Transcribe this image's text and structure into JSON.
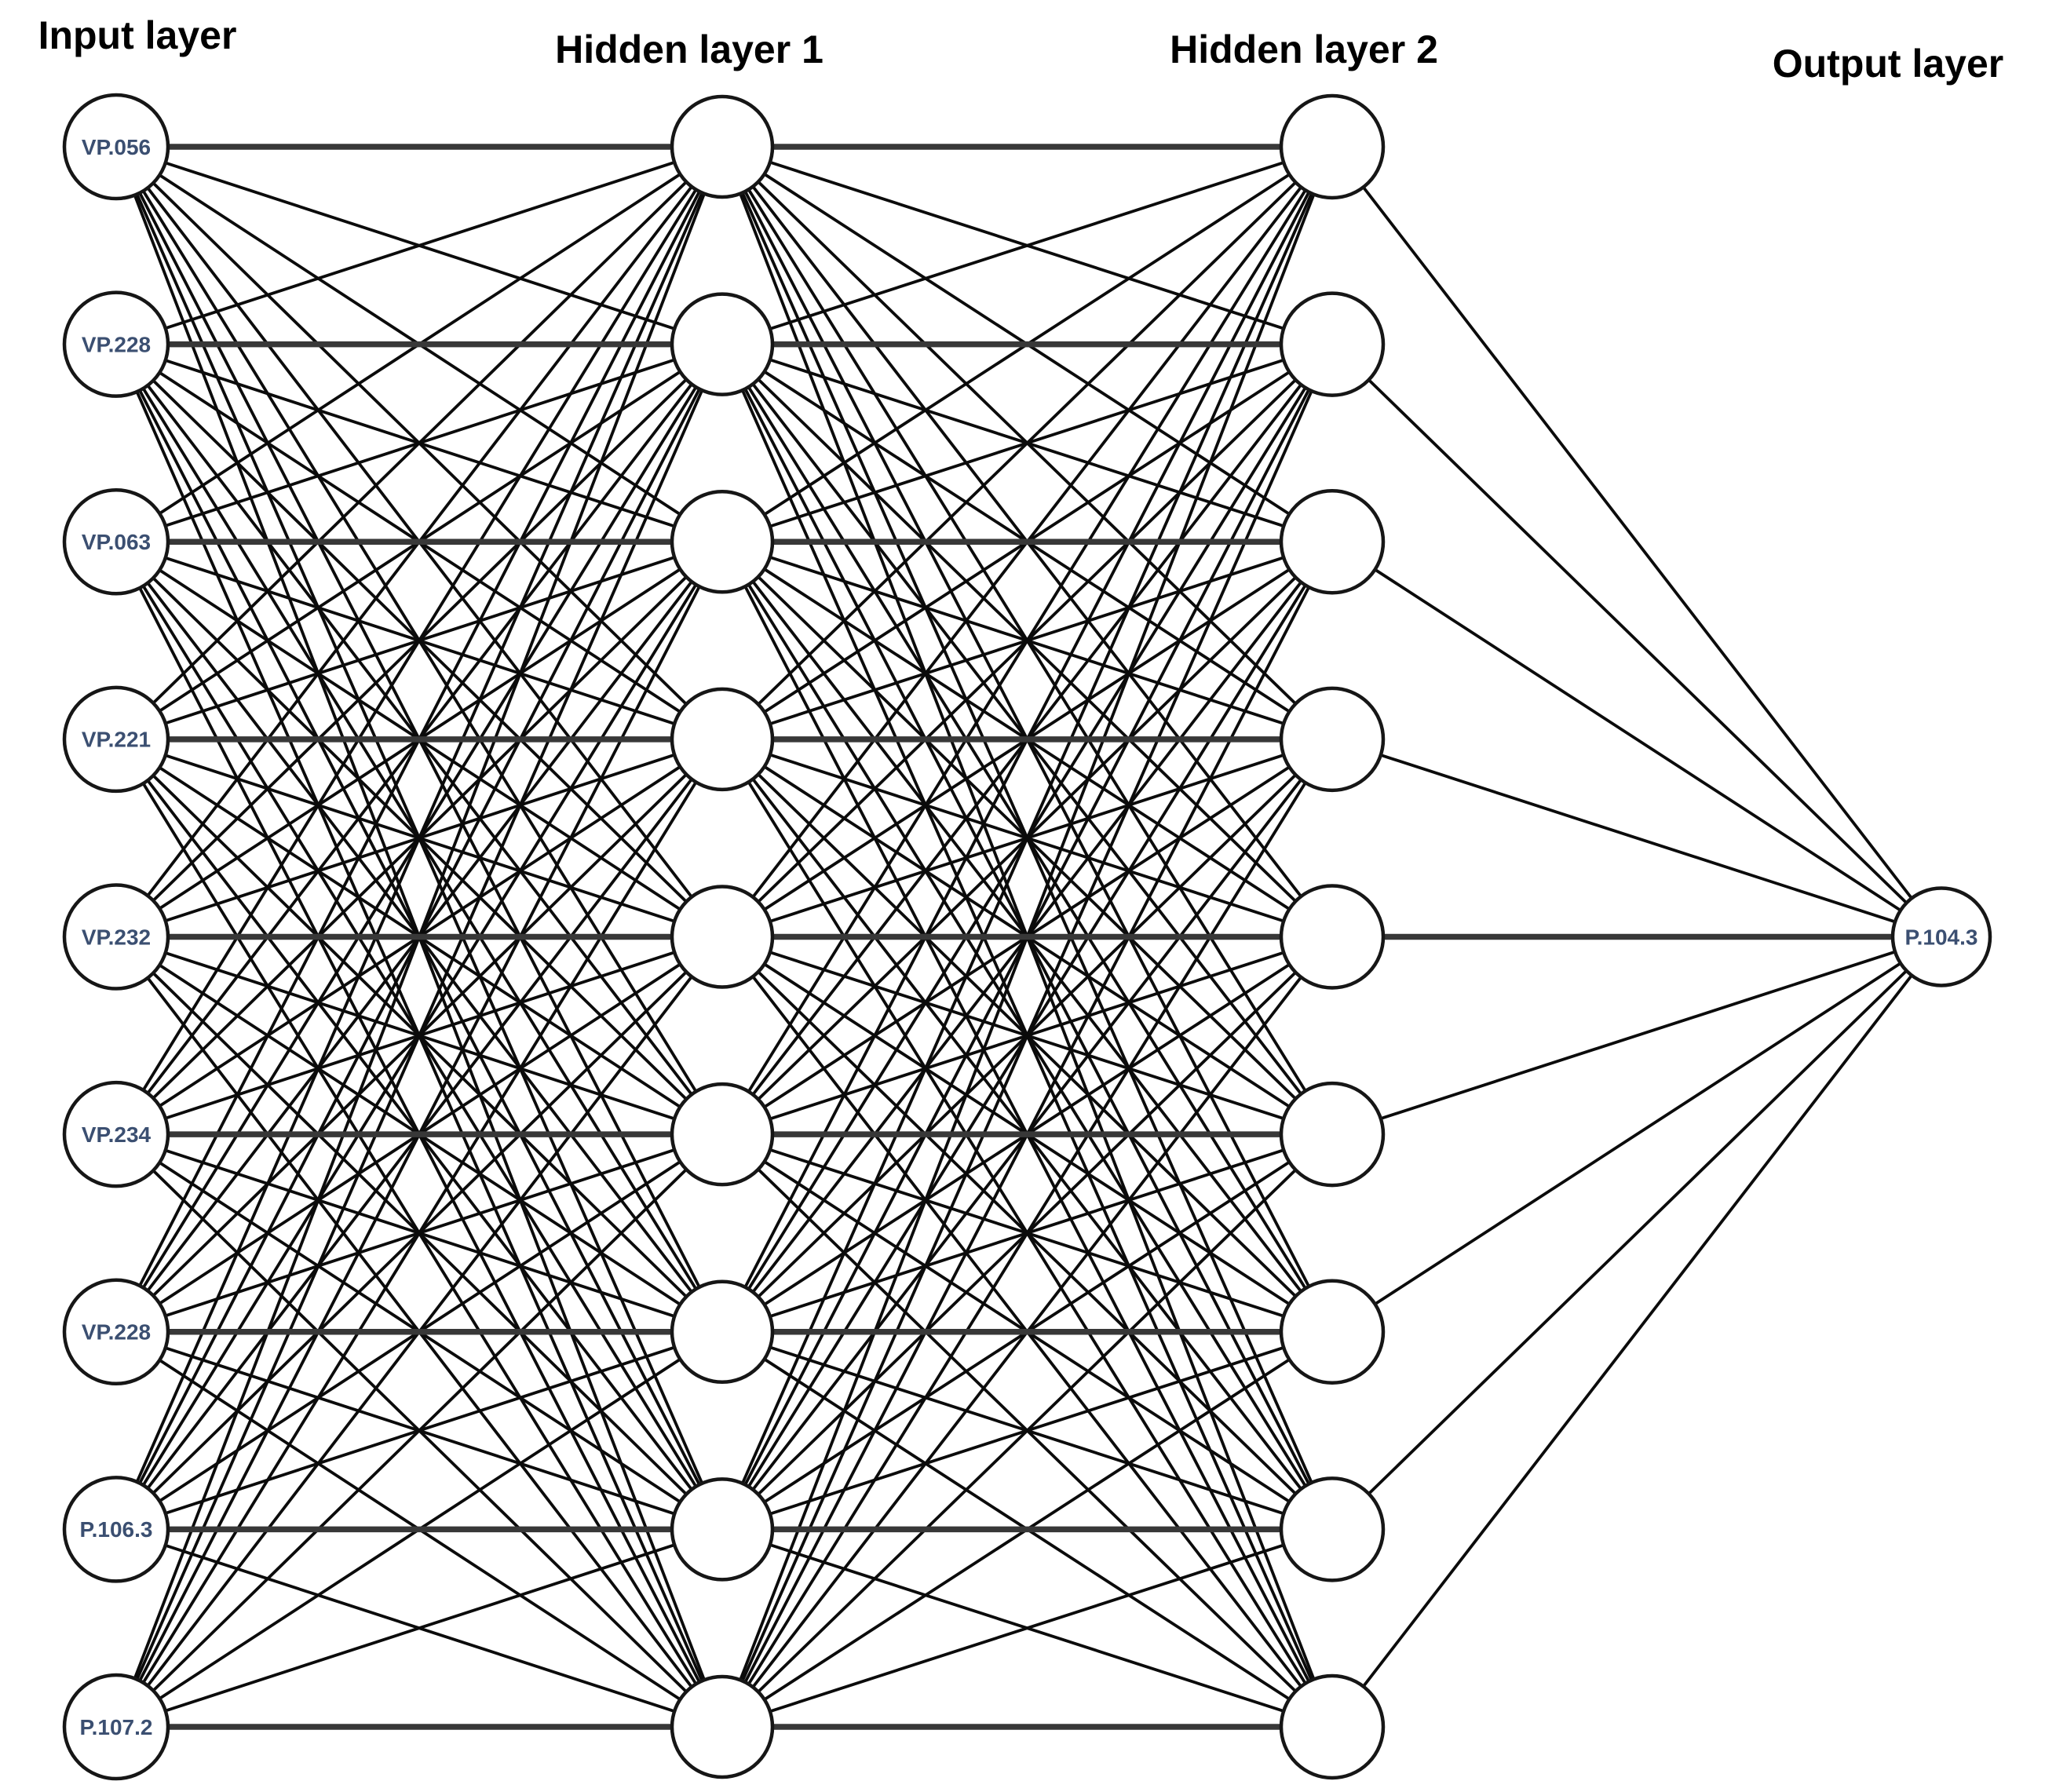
{
  "diagram": {
    "type": "feedforward-neural-network",
    "background": "#ffffff",
    "layers": [
      {
        "id": "input",
        "title": "Input layer",
        "node_labels": [
          "VP.056",
          "VP.228",
          "VP.063",
          "VP.221",
          "VP.232",
          "VP.234",
          "VP.228",
          "P.106.3",
          "P.107.2"
        ]
      },
      {
        "id": "hidden1",
        "title": "Hidden layer 1",
        "node_count": 9,
        "node_labels": []
      },
      {
        "id": "hidden2",
        "title": "Hidden layer 2",
        "node_count": 9,
        "node_labels": []
      },
      {
        "id": "output",
        "title": "Output layer",
        "node_labels": [
          "P.104.3"
        ]
      }
    ],
    "connectivity": "fully-connected-between-adjacent-layers",
    "colors": {
      "edge": "#0b0b0b",
      "edge_horizontal": "#383838",
      "node_fill": "#ffffff",
      "node_stroke": "#161616",
      "label_text": "#3b4f71",
      "title_text": "#000000"
    }
  }
}
